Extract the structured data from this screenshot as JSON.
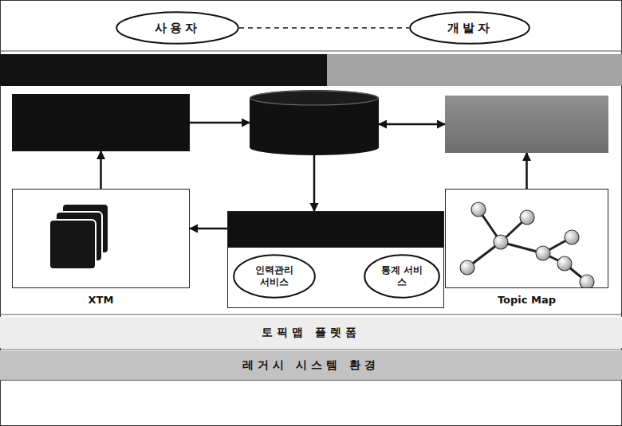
{
  "diagram": {
    "nodes": [
      {
        "text": [
          "사용자"
        ]
      },
      {
        "text": [
          "개발자"
        ]
      },
      {
        "text": []
      },
      {
        "text": []
      },
      {
        "text": []
      },
      {
        "text": [
          "XTM"
        ]
      },
      {
        "text": []
      },
      {
        "text": [
          "인력관리 서비스"
        ],
        "in": 6
      },
      {
        "text": [
          "통계 서비스"
        ],
        "in": 6
      },
      {
        "text": [
          "Topic Map"
        ]
      },
      {
        "text": [
          "토픽맵 플렛폼"
        ]
      },
      {
        "text": [
          "레거시 시스템 환경"
        ]
      }
    ],
    "edges": [
      {
        "from": 0,
        "to": 1,
        "arrow": "none"
      },
      {
        "from": 2,
        "to": 3,
        "arrow": "to"
      },
      {
        "from": 3,
        "to": 4,
        "arrow": "both"
      },
      {
        "from": 3,
        "to": 6,
        "arrow": "to"
      },
      {
        "from": 6,
        "to": 5,
        "arrow": "to"
      },
      {
        "from": 7,
        "to": 8,
        "arrow": "none"
      },
      {
        "from": 9,
        "to": 4,
        "arrow": "to"
      },
      {
        "from": 5,
        "to": 2,
        "arrow": "to"
      }
    ]
  }
}
